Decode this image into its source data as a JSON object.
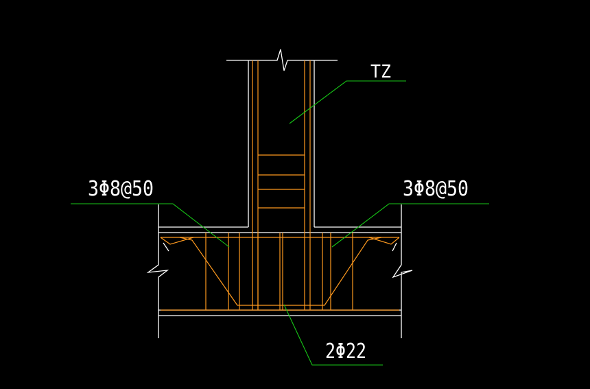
{
  "colors": {
    "background": "#000000",
    "outline": "#ffffff",
    "rebar": "#ff9a1f",
    "leader": "#17c717",
    "text": "#ffffff"
  },
  "labels": {
    "column_mark": "TZ",
    "stirrup_left": "3Φ8@50",
    "stirrup_right": "3Φ8@50",
    "bottom_bars": "2Φ22"
  }
}
